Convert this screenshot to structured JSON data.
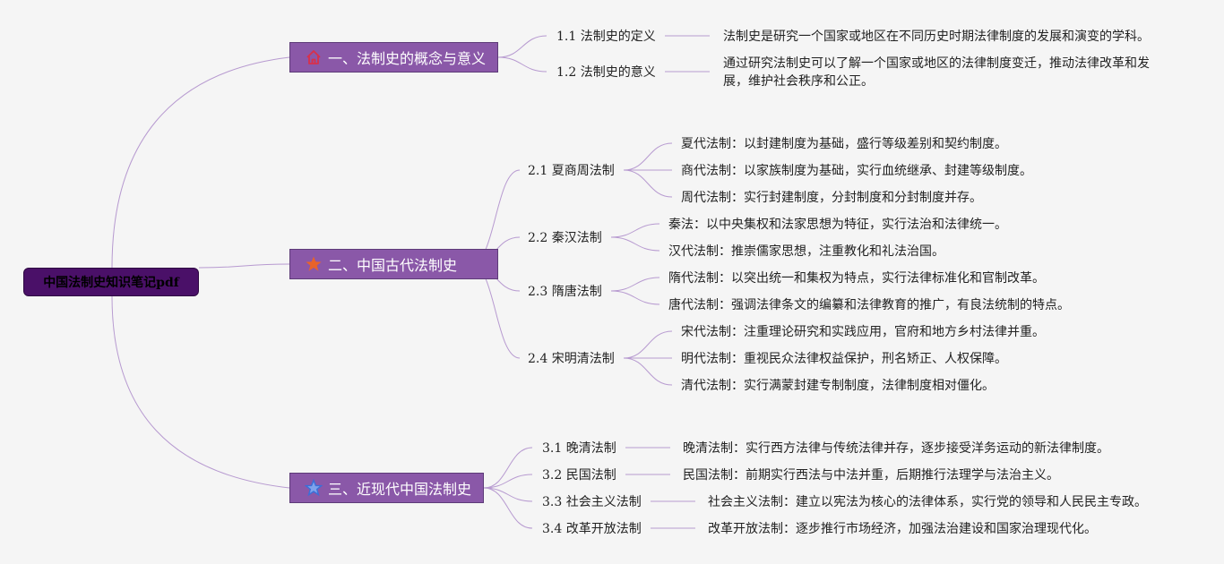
{
  "root": {
    "label": "中国法制史知识笔记pdf"
  },
  "sections": [
    {
      "label": "一、法制史的概念与意义",
      "icon": "home-icon",
      "icon_color": "#d9304a",
      "items": [
        {
          "label": "1.1 法制史的定义",
          "leaves": [
            "法制史是研究一个国家或地区在不同历史时期法律制度的发展和演变的学科。"
          ]
        },
        {
          "label": "1.2 法制史的意义",
          "leaves": [
            "通过研究法制史可以了解一个国家或地区的法律制度变迁，推动法律改革和发展，维护社会秩序和公正。"
          ]
        }
      ]
    },
    {
      "label": "二、中国古代法制史",
      "icon": "star-icon",
      "icon_color": "#e8632a",
      "items": [
        {
          "label": "2.1 夏商周法制",
          "leaves": [
            "夏代法制：以封建制度为基础，盛行等级差别和契约制度。",
            "商代法制：以家族制度为基础，实行血统继承、封建等级制度。",
            "周代法制：实行封建制度，分封制度和分封制度并存。"
          ]
        },
        {
          "label": "2.2 秦汉法制",
          "leaves": [
            "秦法：以中央集权和法家思想为特征，实行法治和法律统一。",
            "汉代法制：推崇儒家思想，注重教化和礼法治国。"
          ]
        },
        {
          "label": "2.3 隋唐法制",
          "leaves": [
            "隋代法制：以突出统一和集权为特点，实行法律标准化和官制改革。",
            "唐代法制：强调法律条文的编纂和法律教育的推广，有良法统制的特点。"
          ]
        },
        {
          "label": "2.4 宋明清法制",
          "leaves": [
            "宋代法制：注重理论研究和实践应用，官府和地方乡村法律并重。",
            "明代法制：重视民众法律权益保护，刑名矫正、人权保障。",
            "清代法制：实行满蒙封建专制制度，法律制度相对僵化。"
          ]
        }
      ]
    },
    {
      "label": "三、近现代中国法制史",
      "icon": "star-outline-icon",
      "icon_color": "#3a6fd8",
      "items": [
        {
          "label": "3.1 晚清法制",
          "leaves": [
            "晚清法制：实行西方法律与传统法律并存，逐步接受洋务运动的新法律制度。"
          ]
        },
        {
          "label": "3.2 民国法制",
          "leaves": [
            "民国法制：前期实行西法与中法并重，后期推行法理学与法治主义。"
          ]
        },
        {
          "label": "3.3 社会主义法制",
          "leaves": [
            "社会主义法制：建立以宪法为核心的法律体系，实行党的领导和人民民主专政。"
          ]
        },
        {
          "label": "3.4 改革开放法制",
          "leaves": [
            "改革开放法制：逐步推行市场经济，加强法治建设和国家治理现代化。"
          ]
        }
      ]
    }
  ],
  "colors": {
    "connector": "#b79ad0",
    "main_fill": "#8a58a8",
    "root_fill": "#4a1068"
  }
}
